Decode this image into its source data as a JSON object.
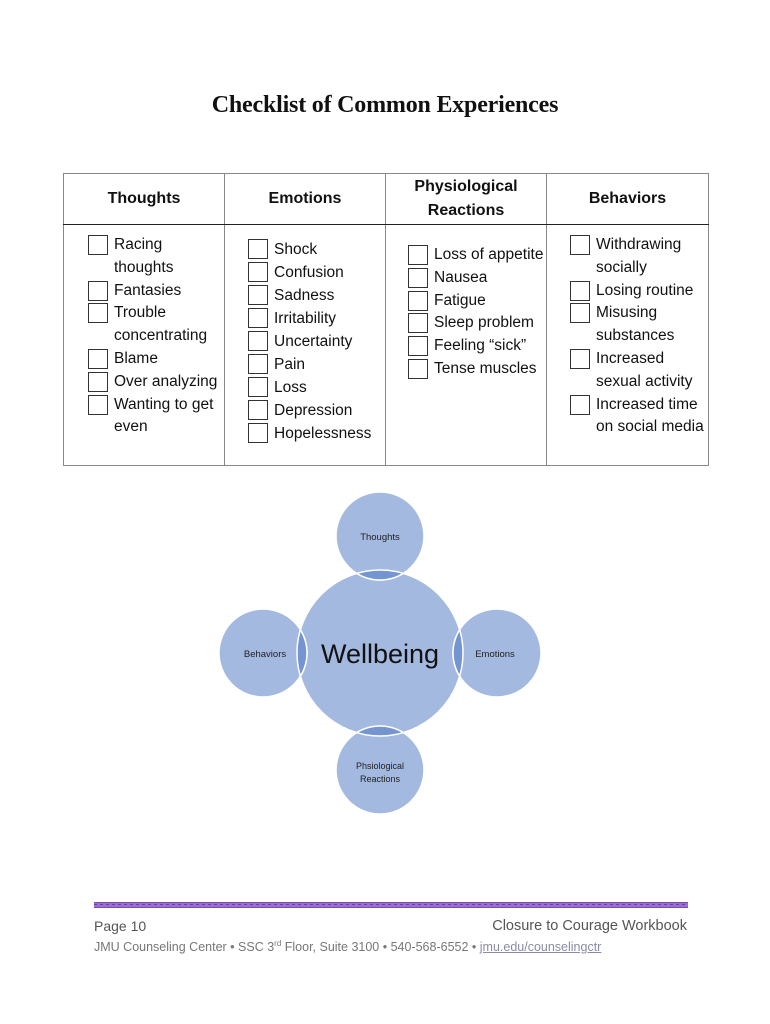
{
  "title": "Checklist of Common Experiences",
  "table": {
    "columns": [
      {
        "header": "Thoughts",
        "items": [
          "Racing thoughts",
          "Fantasies",
          "Trouble concentrating",
          "Blame",
          "Over analyzing",
          "Wanting to get even"
        ]
      },
      {
        "header": "Emotions",
        "items": [
          "Shock",
          "Confusion",
          "Sadness",
          "Irritability",
          "Uncertainty",
          "Pain",
          "Loss",
          "Depression",
          "Hopelessness"
        ]
      },
      {
        "header": "Physiological Reactions",
        "items": [
          "Loss of appetite",
          "Nausea",
          "Fatigue",
          "Sleep problem",
          "Feeling “sick”",
          "Tense muscles"
        ]
      },
      {
        "header": "Behaviors",
        "items": [
          "Withdrawing socially",
          "Losing routine",
          "Misusing substances",
          "Increased sexual activity",
          "Increased time on social media"
        ]
      }
    ]
  },
  "diagram": {
    "center": "Wellbeing",
    "top": "Thoughts",
    "right": "Emotions",
    "bottom_line1": "Phsiological",
    "bottom_line2": "Reactions",
    "left": "Behaviors",
    "colors": {
      "circle": "#a3b9e0",
      "overlap": "#7495cf",
      "stroke": "#ffffff"
    }
  },
  "footer": {
    "page": "Page 10",
    "workbook": "Closure to Courage Workbook",
    "contact_prefix": "JMU Counseling Center • SSC 3",
    "contact_sup": "rd",
    "contact_suffix": " Floor, Suite 3100 • 540-568-6552 • ",
    "link": "jmu.edu/counselingctr",
    "rule_color": "#9b6fcf"
  }
}
